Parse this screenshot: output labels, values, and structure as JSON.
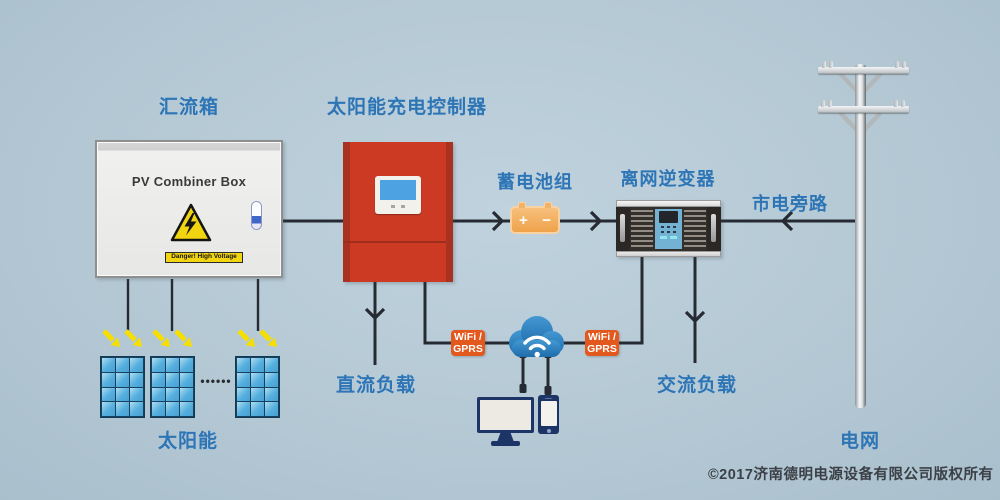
{
  "canvas": {
    "background": "#b6c9d5"
  },
  "colors": {
    "label_blue": "#2e75b6",
    "line_dark": "#262b33",
    "controller_red": "#cd3a24",
    "battery_orange": "#f1a855",
    "wifi_badge_orange": "#e2581d",
    "cloud_blue": "#2a80c2",
    "solar_cell_blue": "#54aede",
    "device_navy": "#1d3566",
    "warning_yellow": "#f2d511"
  },
  "labels": {
    "combiner": "汇流箱",
    "controller": "太阳能充电控制器",
    "battery": "蓄电池组",
    "inverter": "离网逆变器",
    "bypass": "市电旁路",
    "grid": "电网",
    "solar": "太阳能",
    "dc_load": "直流负载",
    "ac_load": "交流负载"
  },
  "combiner_box": {
    "title": "PV Combiner Box",
    "warning_label": "Danger! High Voltage"
  },
  "battery": {
    "positive": "+",
    "negative": "−"
  },
  "wifi_badge": {
    "line1": "WiFi /",
    "line2": "GPRS"
  },
  "solar_array": {
    "ellipsis": "••••••"
  },
  "footer": {
    "copyright": "©2017济南德明电源设备有限公司版权所有"
  }
}
